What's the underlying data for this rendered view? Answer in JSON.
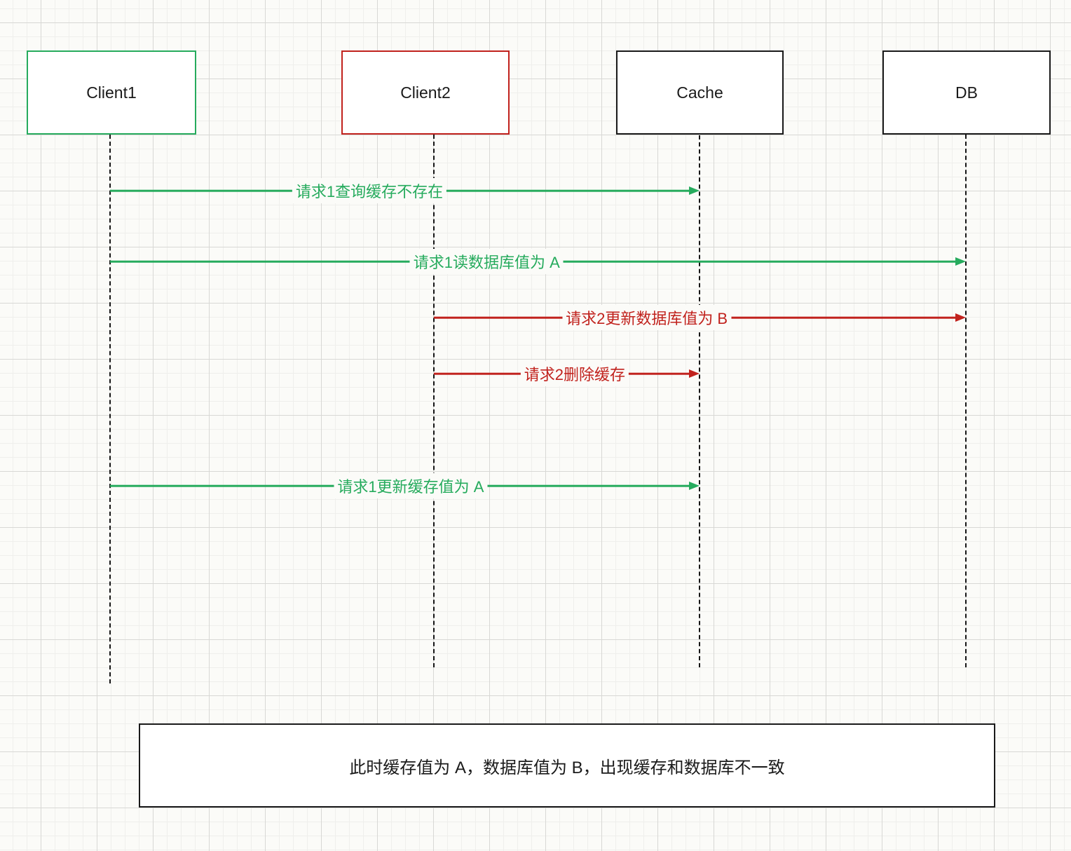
{
  "diagram": {
    "title": "cache-db-inconsistency-sequence",
    "actors": [
      {
        "id": "client1",
        "name": "Client1",
        "border_color": "#26ab5d"
      },
      {
        "id": "client2",
        "name": "Client2",
        "border_color": "#c1221d"
      },
      {
        "id": "cache",
        "name": "Cache",
        "border_color": "#1a1a1a"
      },
      {
        "id": "db",
        "name": "DB",
        "border_color": "#1a1a1a"
      }
    ],
    "messages": [
      {
        "from": "Client1",
        "to": "Cache",
        "label": "请求1查询缓存不存在",
        "color": "#26ab5d"
      },
      {
        "from": "Client1",
        "to": "DB",
        "label": "请求1读数据库值为 A",
        "color": "#26ab5d"
      },
      {
        "from": "Client2",
        "to": "DB",
        "label": "请求2更新数据库值为 B",
        "color": "#c1221d"
      },
      {
        "from": "Client2",
        "to": "Cache",
        "label": "请求2删除缓存",
        "color": "#c1221d"
      },
      {
        "from": "Client1",
        "to": "Cache",
        "label": "请求1更新缓存值为 A",
        "color": "#26ab5d"
      }
    ],
    "note": "此时缓存值为 A，数据库值为 B，出现缓存和数据库不一致"
  },
  "colors": {
    "green": "#26ab5d",
    "red": "#c1221d",
    "actor_border": "#1a1a1a",
    "background": "#fbfbf8",
    "grid_minor": "#efefec",
    "grid_major": "#d8d8d5",
    "text": "#1a1a1a"
  }
}
